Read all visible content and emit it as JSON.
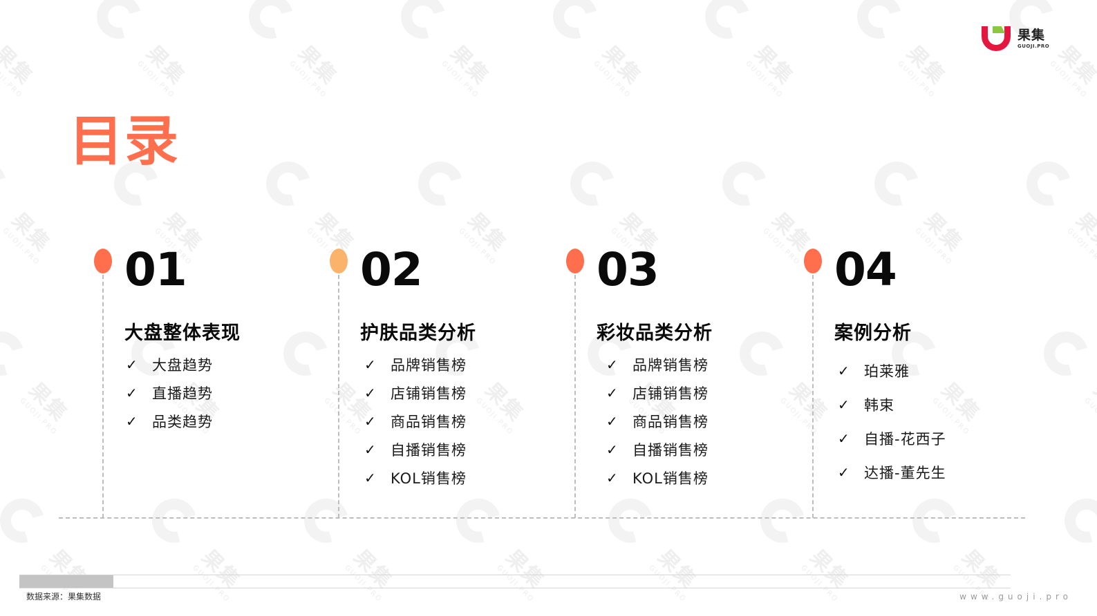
{
  "logo": {
    "name_cn": "果集",
    "name_en": "GUOJI.PRO",
    "colors": {
      "arc": "#e5173f",
      "leaf": "#8dc63f"
    }
  },
  "page": {
    "title": "目录",
    "title_color": "#ff6f4d"
  },
  "sections": [
    {
      "number": "01",
      "title": "大盘整体表现",
      "dot_color": "#ff6f4d",
      "items": [
        "大盘趋势",
        "直播趋势",
        "品类趋势"
      ]
    },
    {
      "number": "02",
      "title": "护肤品类分析",
      "dot_color": "#fbb36b",
      "items": [
        "品牌销售榜",
        "店铺销售榜",
        "商品销售榜",
        "自播销售榜",
        "KOL销售榜"
      ]
    },
    {
      "number": "03",
      "title": "彩妆品类分析",
      "dot_color": "#ff6f4d",
      "items": [
        "品牌销售榜",
        "店铺销售榜",
        "商品销售榜",
        "自播销售榜",
        "KOL销售榜"
      ]
    },
    {
      "number": "04",
      "title": "案例分析",
      "dot_color": "#ff6f4d",
      "items": [
        "珀莱雅",
        "韩束",
        "自播-花西子",
        "达播-董先生"
      ]
    }
  ],
  "icons": {
    "check": "✓"
  },
  "watermark": {
    "text_cn": "果集",
    "text_en": "GUOJI.PRO"
  },
  "footer": {
    "source": "数据来源：果集数据",
    "url": "www.guoji.pro"
  }
}
